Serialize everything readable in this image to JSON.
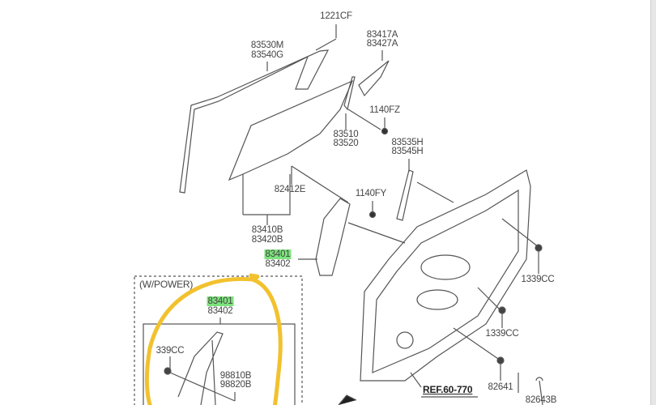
{
  "colors": {
    "highlight": "#7de37d",
    "annotation": "#f2c12e",
    "line": "#555555"
  },
  "labels": {
    "p1221cf": "1221CF",
    "p83530m": "83530M",
    "p83540g": "83540G",
    "p83417a": "83417A",
    "p83427a": "83427A",
    "p1140fz": "1140FZ",
    "p83510": "83510",
    "p83520": "83520",
    "p83535h": "83535H",
    "p83545h": "83545H",
    "p82412e": "82412E",
    "p1140fy": "1140FY",
    "p83410b": "83410B",
    "p83420b": "83420B",
    "p83401a": "83401",
    "p83402a": "83402",
    "p1339cc_a": "1339CC",
    "w_power": "(W/POWER)",
    "p83401b": "83401",
    "p83402b": "83402",
    "p1339cc_b": "1339CC",
    "p339cc": "339CC",
    "p98810b": "98810B",
    "p98820b": "98820B",
    "p82641": "82641",
    "p82643b": "82643B",
    "ref": "REF.60-770"
  }
}
